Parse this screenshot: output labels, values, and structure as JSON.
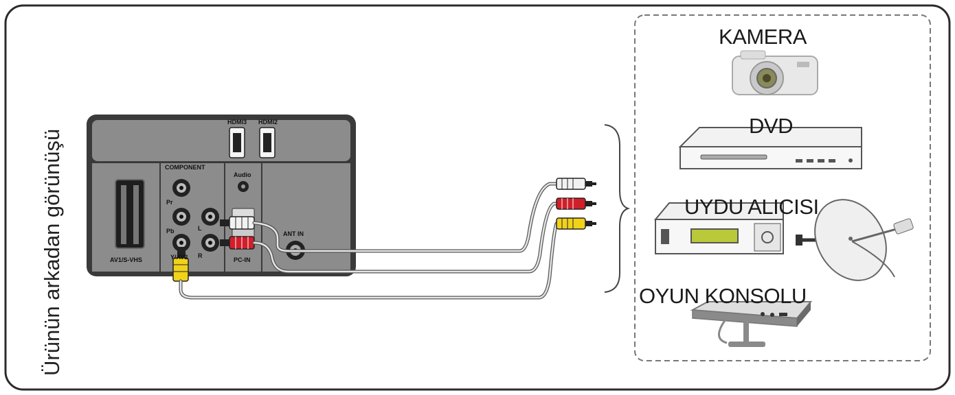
{
  "caption": "Ürünün arkadan görünüşü",
  "panel": {
    "hdmi3": "HDMI3",
    "hdmi2": "HDMI2",
    "component": "COMPONENT",
    "audio": "Audio",
    "pr": "Pr",
    "pb": "Pb",
    "y_av2": "Y/AV2",
    "l": "L",
    "r": "R",
    "scart": "AV1/S-VHS",
    "pc_in": "PC-IN",
    "ant_in": "ANT IN"
  },
  "devices": {
    "camera": "KAMERA",
    "dvd": "DVD",
    "satellite": "UYDU ALICISI",
    "console": "OYUN KONSOLU"
  },
  "colors": {
    "cable_white": "#f2f2f2",
    "cable_red": "#d11f2a",
    "cable_yellow": "#f0d21a",
    "panel_dark": "#3c3c3c",
    "panel_mid": "#8e8e8e"
  }
}
